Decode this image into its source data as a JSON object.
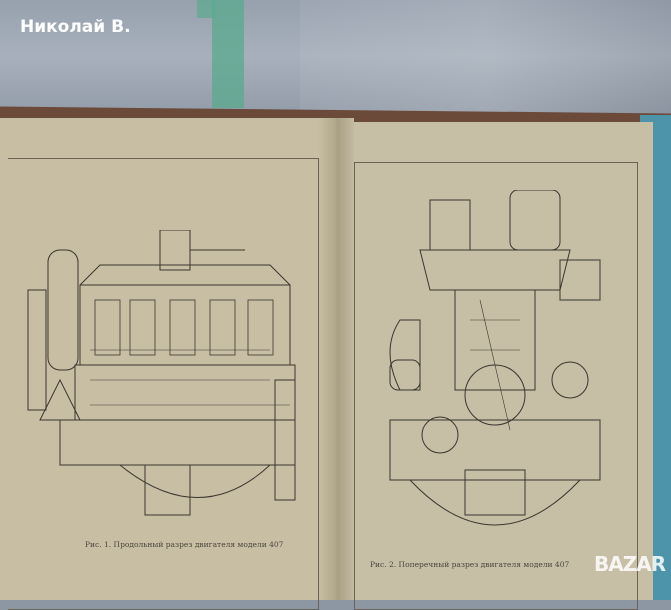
{
  "watermark_user": "Николай В.",
  "watermark_logo": "BAZAR",
  "left_page": {
    "caption": "Рис. 1. Продольный разрез двигателя модели 407"
  },
  "right_page": {
    "caption": "Рис. 2. Поперечный разрез двигателя модели 407"
  }
}
